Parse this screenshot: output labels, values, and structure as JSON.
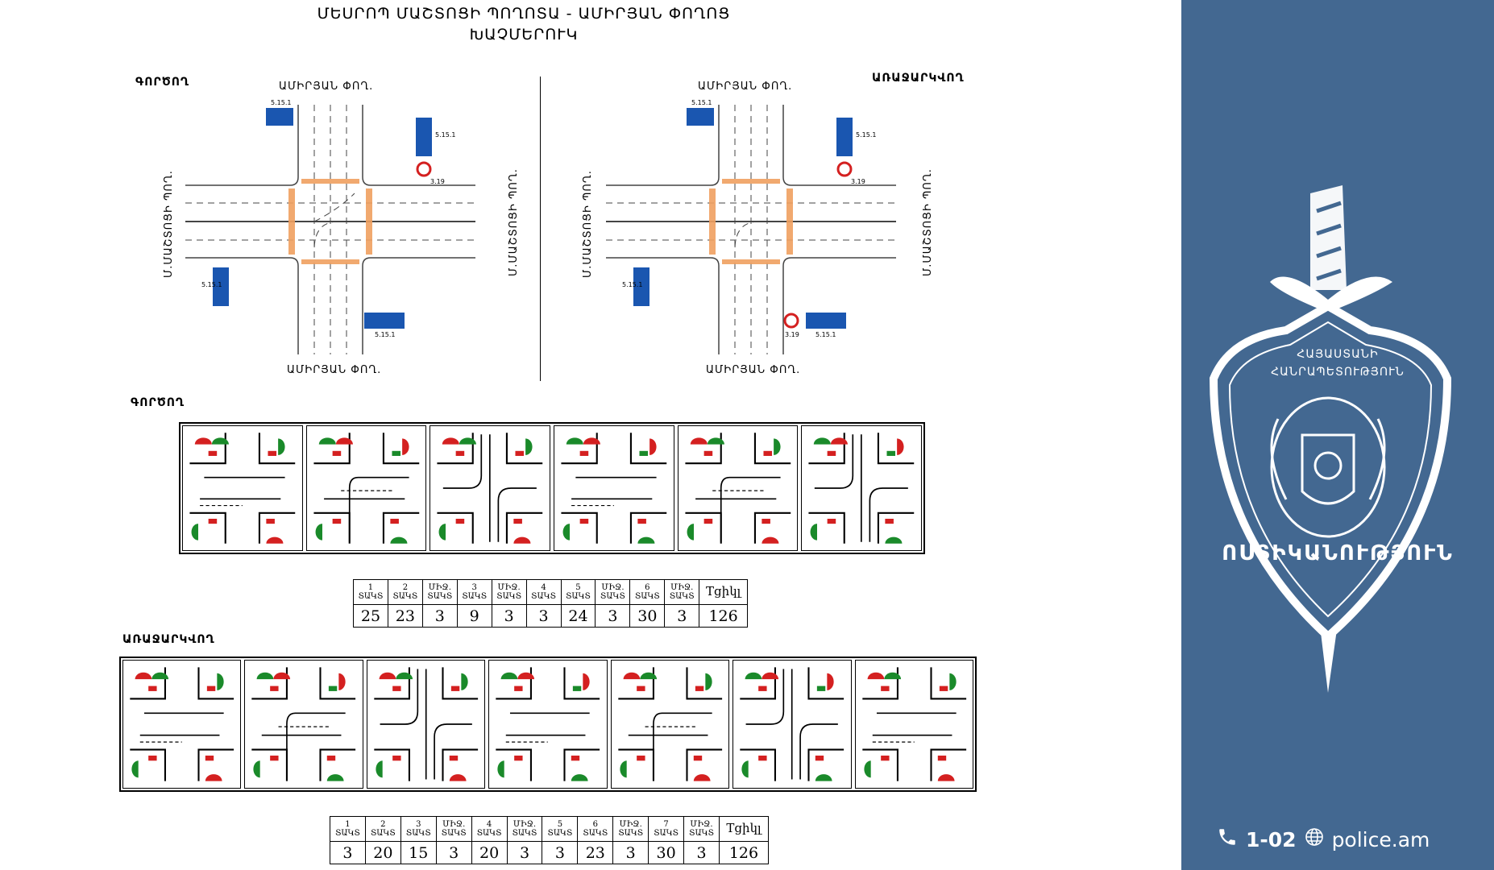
{
  "header": {
    "title_line1": "ՄԵՍՐՈՊ ՄԱՇՏՈՑԻ ՊՈՂՈՏԱ - ԱՄԻՐՅԱՆ ՓՈՂՈՑ",
    "title_line2": "ԽԱՉՄԵՐՈՒԿ"
  },
  "plans": {
    "current_label": "ԳՈՐԾՈՂ",
    "proposed_label": "ԱՌԱՋԱՐԿՎՈՂ",
    "street_ns": "ԱՄԻՐՅԱՆ ՓՈՂ.",
    "street_ew": "Մ.ՄԱՇՏՈՑԻ ՊՈՂ.",
    "sign_codes": [
      "5.15.1",
      "5.15.1",
      "5.15.1",
      "5.15.1",
      "3.19",
      "3.19"
    ],
    "colors": {
      "road": "#444444",
      "crosswalk": "#f0a060",
      "sign_blue": "#1a56b0",
      "sign_red": "#d42020"
    }
  },
  "current": {
    "label": "ԳՈՐԾՈՂ",
    "phase_count": 6,
    "timing": {
      "headers": [
        {
          "n": "1",
          "t": "ՏԱԿՏ"
        },
        {
          "n": "2",
          "t": "ՏԱԿՏ"
        },
        {
          "n": "ՄԻՋ.",
          "t": "ՏԱԿՏ"
        },
        {
          "n": "3",
          "t": "ՏԱԿՏ"
        },
        {
          "n": "ՄԻՋ.",
          "t": "ՏԱԿՏ"
        },
        {
          "n": "4",
          "t": "ՏԱԿՏ"
        },
        {
          "n": "5",
          "t": "ՏԱԿՏ"
        },
        {
          "n": "ՄԻՋ.",
          "t": "ՏԱԿՏ"
        },
        {
          "n": "6",
          "t": "ՏԱԿՏ"
        },
        {
          "n": "ՄԻՋ.",
          "t": "ՏԱԿՏ"
        },
        {
          "n": "",
          "t": "Tցիկլ"
        }
      ],
      "values": [
        "25",
        "23",
        "3",
        "9",
        "3",
        "3",
        "24",
        "3",
        "30",
        "3",
        "126"
      ]
    }
  },
  "proposed": {
    "label": "ԱՌԱՋԱՐԿՎՈՂ",
    "phase_count": 7,
    "timing": {
      "headers": [
        {
          "n": "1",
          "t": "ՏԱԿՏ"
        },
        {
          "n": "2",
          "t": "ՏԱԿՏ"
        },
        {
          "n": "3",
          "t": "ՏԱԿՏ"
        },
        {
          "n": "ՄԻՋ.",
          "t": "ՏԱԿՏ"
        },
        {
          "n": "4",
          "t": "ՏԱԿՏ"
        },
        {
          "n": "ՄԻՋ.",
          "t": "ՏԱԿՏ"
        },
        {
          "n": "5",
          "t": "ՏԱԿՏ"
        },
        {
          "n": "6",
          "t": "ՏԱԿՏ"
        },
        {
          "n": "ՄԻՋ.",
          "t": "ՏԱԿՏ"
        },
        {
          "n": "7",
          "t": "ՏԱԿՏ"
        },
        {
          "n": "ՄԻՋ.",
          "t": "ՏԱԿՏ"
        },
        {
          "n": "",
          "t": "Tցիկլ"
        }
      ],
      "values": [
        "3",
        "20",
        "15",
        "3",
        "20",
        "3",
        "3",
        "23",
        "3",
        "30",
        "3",
        "126"
      ]
    }
  },
  "sidebar": {
    "emblem_top_line1": "ՀԱՅԱՍՏԱՆԻ",
    "emblem_top_line2": "ՀԱՆՐԱՊԵՏՈՒԹՅՈՒՆ",
    "emblem_arc": "ՈՍՏԻԿԱՆՈՒԹՅՈՒՆ",
    "phone": "1-02",
    "website": "police.am",
    "bg_color": "#436891",
    "phone_icon": "phone-icon",
    "globe_icon": "globe-icon"
  }
}
